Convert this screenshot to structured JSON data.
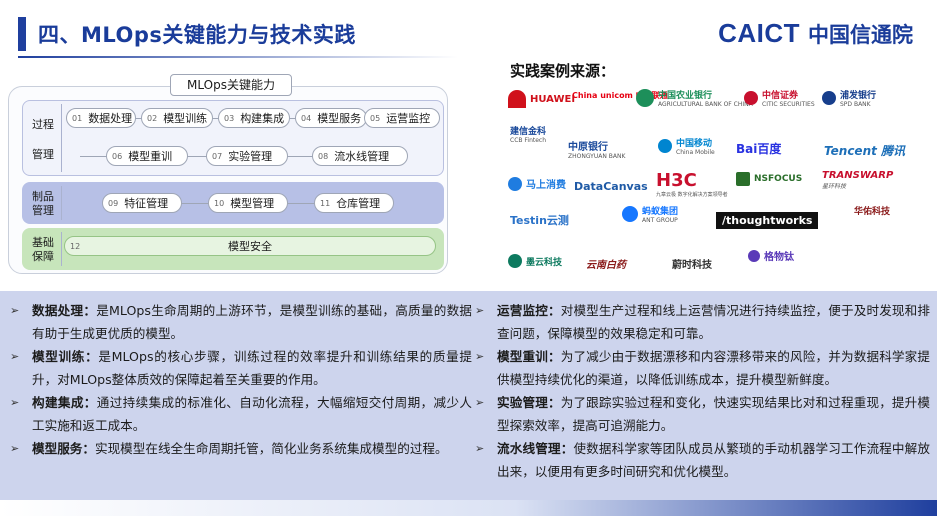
{
  "header": {
    "title": "四、MLOps关键能力与技术实践",
    "logo_en": "CAICT",
    "logo_cn": "中国信通院"
  },
  "diagram": {
    "title": "MLOps关键能力",
    "labels": {
      "process_a": "过程",
      "process_b": "管理",
      "product_a": "制品",
      "product_b": "管理",
      "base_a": "基础",
      "base_b": "保障"
    },
    "nodes": [
      {
        "num": "01",
        "label": "数据处理"
      },
      {
        "num": "02",
        "label": "模型训练"
      },
      {
        "num": "03",
        "label": "构建集成"
      },
      {
        "num": "04",
        "label": "模型服务"
      },
      {
        "num": "05",
        "label": "运营监控"
      },
      {
        "num": "06",
        "label": "模型重训"
      },
      {
        "num": "07",
        "label": "实验管理"
      },
      {
        "num": "08",
        "label": "流水线管理"
      },
      {
        "num": "09",
        "label": "特征管理"
      },
      {
        "num": "10",
        "label": "模型管理"
      },
      {
        "num": "11",
        "label": "仓库管理"
      },
      {
        "num": "12",
        "label": "模型安全"
      }
    ]
  },
  "cases": {
    "title": "实践案例来源：",
    "logos": [
      {
        "name": "HUAWEI",
        "color": "#d0111b"
      },
      {
        "name": "China unicom 中国联通",
        "color": "#e60012"
      },
      {
        "name": "中国农业银行",
        "sub": "AGRICULTURAL BANK OF CHINA",
        "color": "#1d8f5a"
      },
      {
        "name": "中信证券",
        "sub": "CITIC SECURITIES",
        "color": "#c8102e"
      },
      {
        "name": "浦发银行",
        "sub": "SPD BANK",
        "color": "#173e8c"
      },
      {
        "name": "建信金科",
        "sub": "CCB Fintech",
        "color": "#1b4a9b"
      },
      {
        "name": "中原银行",
        "sub": "ZHONGYUAN BANK",
        "color": "#1b4a9b"
      },
      {
        "name": "中国移动",
        "sub": "China Mobile",
        "color": "#0085d0"
      },
      {
        "name": "Bai百度",
        "color": "#2932e1"
      },
      {
        "name": "Tencent 腾讯",
        "color": "#1d6fb8"
      },
      {
        "name": "马上消费",
        "color": "#1f7ce0"
      },
      {
        "name": "DataCanvas",
        "color": "#1f5aa6"
      },
      {
        "name": "H3C",
        "sub": "九章云极 数字化解决方案领导者",
        "color": "#c8102e"
      },
      {
        "name": "NSFOCUS",
        "color": "#2a6e2a"
      },
      {
        "name": "TRANSWARP",
        "sub": "星环科技",
        "color": "#c8102e"
      },
      {
        "name": "Testin云测",
        "color": "#2a72c8"
      },
      {
        "name": "蚂蚁集团",
        "sub": "ANT GROUP",
        "color": "#1677ff"
      },
      {
        "name": "/thoughtworks",
        "color": "#ffffff"
      },
      {
        "name": "华佑科技",
        "color": "#8a1a1a"
      },
      {
        "name": "墨云科技",
        "color": "#0d7a5f"
      },
      {
        "name": "云南白药",
        "color": "#8a1a1a"
      },
      {
        "name": "蔚时科技",
        "color": "#333333"
      },
      {
        "name": "格物钛",
        "color": "#5a3ab8"
      }
    ]
  },
  "descriptions": {
    "left": [
      {
        "kw": "数据处理：",
        "text": "是MLOps生命周期的上游环节，是模型训练的基础，高质量的数据有助于生成更优质的模型。"
      },
      {
        "kw": "模型训练：",
        "text": "是MLOps的核心步骤，训练过程的效率提升和训练结果的质量提升，对MLOps整体质效的保障起着至关重要的作用。"
      },
      {
        "kw": "构建集成：",
        "text": "通过持续集成的标准化、自动化流程，大幅缩短交付周期，减少人工实施和返工成本。"
      },
      {
        "kw": "模型服务：",
        "text": "实现模型在线全生命周期托管，简化业务系统集成模型的过程。"
      }
    ],
    "right": [
      {
        "kw": "运营监控：",
        "text": "对模型生产过程和线上运营情况进行持续监控，便于及时发现和排查问题，保障模型的效果稳定和可靠。"
      },
      {
        "kw": "模型重训：",
        "text": "为了减少由于数据漂移和内容漂移带来的风险，并为数据科学家提供模型持续优化的渠道，以降低训练成本，提升模型新鲜度。"
      },
      {
        "kw": "实验管理：",
        "text": "为了跟踪实验过程和变化，快速实现结果比对和过程重现，提升模型探索效率，提高可追溯能力。"
      },
      {
        "kw": "流水线管理：",
        "text": "使数据科学家等团队成员从繁琐的手动机器学习工作流程中解放出来，以便用有更多时间研究和优化模型。"
      }
    ]
  }
}
